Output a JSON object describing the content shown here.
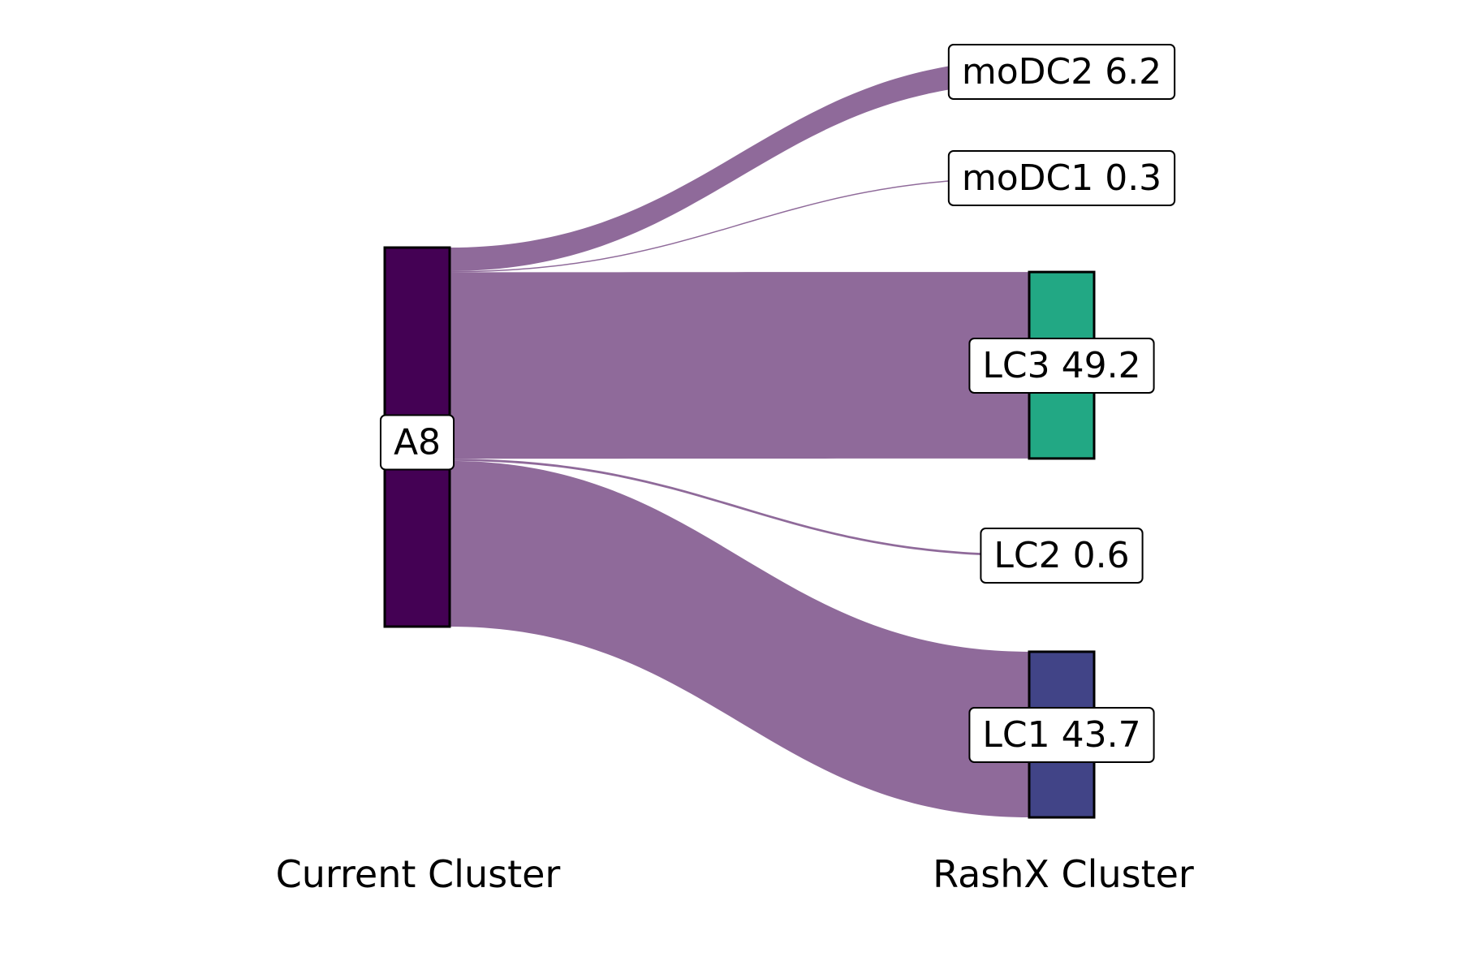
{
  "chart_data": {
    "type": "sankey",
    "axes": [
      {
        "name": "Current Cluster"
      },
      {
        "name": "RashX Cluster"
      }
    ],
    "left_nodes": [
      {
        "id": "A8",
        "label": "A8",
        "value": 100,
        "color": "#440154"
      }
    ],
    "right_nodes": [
      {
        "id": "moDC2",
        "label": "moDC2 6.2",
        "value": 6.2,
        "color": "#8f6a9a"
      },
      {
        "id": "moDC1",
        "label": "moDC1 0.3",
        "value": 0.3,
        "color": "#8f6a9a"
      },
      {
        "id": "LC3",
        "label": "LC3 49.2",
        "value": 49.2,
        "color": "#22a884"
      },
      {
        "id": "LC2",
        "label": "LC2 0.6",
        "value": 0.6,
        "color": "#8f6a9a"
      },
      {
        "id": "LC1",
        "label": "LC1 43.7",
        "value": 43.7,
        "color": "#414487"
      }
    ],
    "flows": [
      {
        "source": "A8",
        "target": "moDC2",
        "value": 6.2
      },
      {
        "source": "A8",
        "target": "moDC1",
        "value": 0.3
      },
      {
        "source": "A8",
        "target": "LC3",
        "value": 49.2
      },
      {
        "source": "A8",
        "target": "LC2",
        "value": 0.6
      },
      {
        "source": "A8",
        "target": "LC1",
        "value": 43.7
      }
    ],
    "flow_color": "#8f6a9a"
  }
}
